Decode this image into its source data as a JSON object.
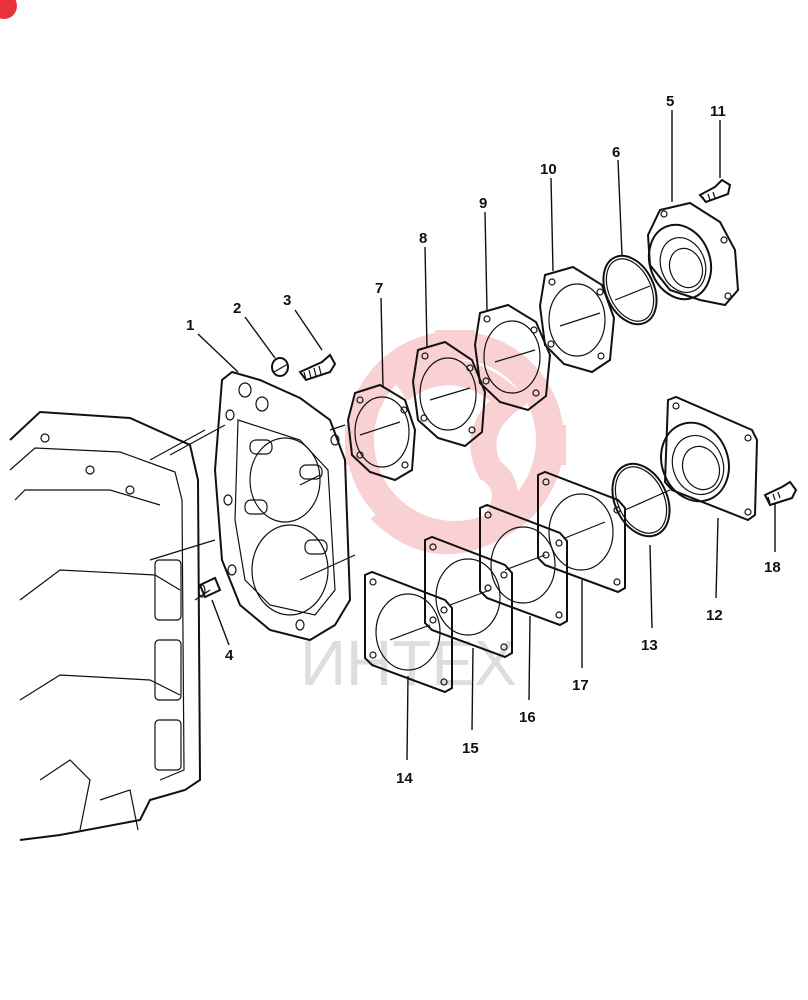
{
  "watermark": {
    "text": "ИНТЕХ",
    "color": "#e8323c"
  },
  "callouts": [
    {
      "id": "1",
      "label": "1"
    },
    {
      "id": "2",
      "label": "2"
    },
    {
      "id": "3",
      "label": "3"
    },
    {
      "id": "4",
      "label": "4"
    },
    {
      "id": "5",
      "label": "5"
    },
    {
      "id": "6",
      "label": "6"
    },
    {
      "id": "7",
      "label": "7"
    },
    {
      "id": "8",
      "label": "8"
    },
    {
      "id": "9",
      "label": "9"
    },
    {
      "id": "10",
      "label": "10"
    },
    {
      "id": "11",
      "label": "11"
    },
    {
      "id": "12",
      "label": "12"
    },
    {
      "id": "13",
      "label": "13"
    },
    {
      "id": "14",
      "label": "14"
    },
    {
      "id": "15",
      "label": "15"
    },
    {
      "id": "16",
      "label": "16"
    },
    {
      "id": "17",
      "label": "17"
    },
    {
      "id": "18",
      "label": "18"
    }
  ]
}
